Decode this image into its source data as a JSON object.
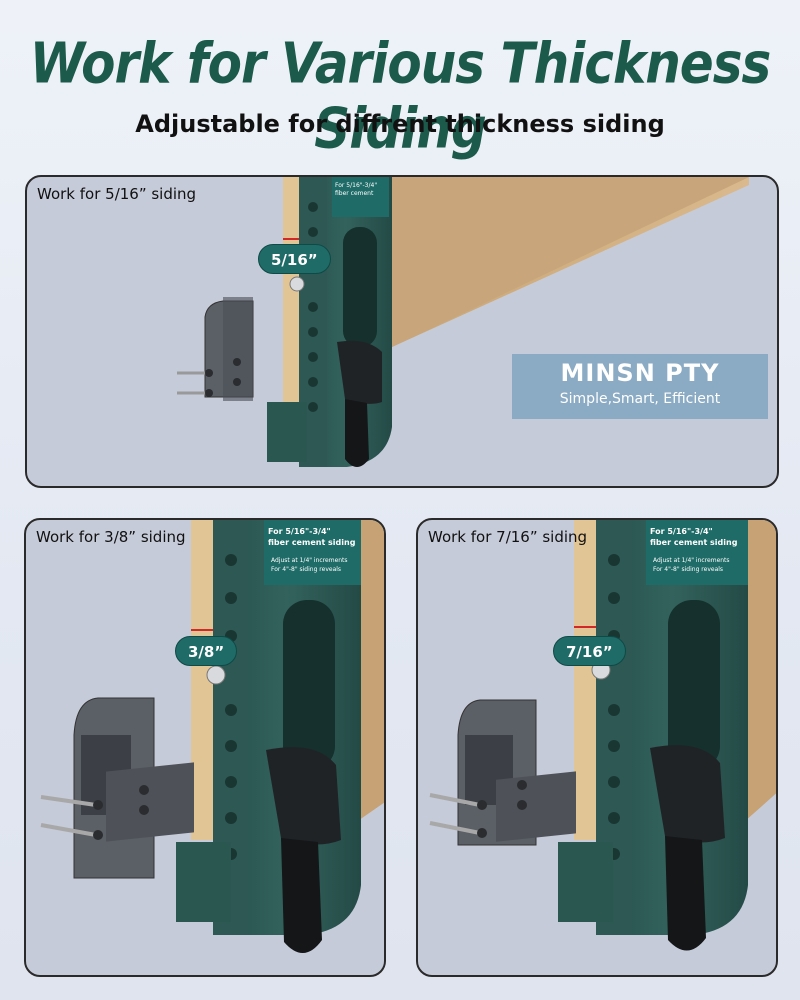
{
  "header": {
    "title": "Work for Various Thickness Siding",
    "subtitle": "Adjustable for diffrent thickness siding"
  },
  "panels": [
    {
      "label": "Work for 5/16” siding",
      "badge": "5/16”"
    },
    {
      "label": "Work for 3/8” siding",
      "badge": "3/8”"
    },
    {
      "label": "Work for 7/16” siding",
      "badge": "7/16”"
    }
  ],
  "brand": {
    "name": "MINSN PTY",
    "slogan": "Simple,Smart, Efficient"
  },
  "colors": {
    "title": "#1c5a4b",
    "tool_green": "#2f5a55",
    "badge": "#1f6b67",
    "board": "#d6b88b",
    "plate": "#5b5f66"
  }
}
